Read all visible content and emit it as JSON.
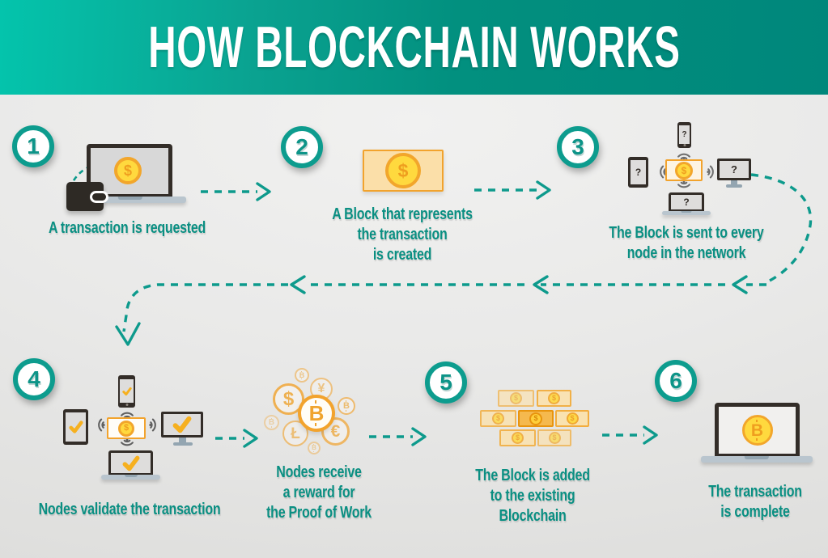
{
  "title": "HOW BLOCKCHAIN WORKS",
  "steps": [
    {
      "number": "1",
      "caption_lines": [
        "A transaction is requested"
      ]
    },
    {
      "number": "2",
      "caption_lines": [
        "A Block that represents",
        "the transaction",
        "is created"
      ]
    },
    {
      "number": "3",
      "caption_lines": [
        "The Block is sent to every",
        "node in the network"
      ]
    },
    {
      "number": "4",
      "caption_lines": [
        "Nodes validate the transaction"
      ]
    },
    {
      "number": "5",
      "caption_lines": [
        "The Block is added",
        "to the existing",
        "Blockchain"
      ]
    },
    {
      "number": "6",
      "caption_lines": [
        "The transaction",
        "is complete"
      ]
    }
  ],
  "reward": {
    "caption_lines": [
      "Nodes receive",
      "a reward for",
      "the Proof of Work"
    ]
  },
  "symbols": {
    "dollar": "$",
    "bitcoin": "B",
    "yen": "¥",
    "euro": "€",
    "litecoin": "Ł",
    "question": "?"
  },
  "colors": {
    "header_gradient_left": "#04c4ac",
    "header_gradient_right": "#00877b",
    "teal_accent": "#0d9488",
    "orange_accent": "#f2a32d",
    "coin_yellow": "#ffd93e",
    "block_fill": "#fbdfa9",
    "device_dark": "#332d28",
    "background_gray": "#e8e8e7",
    "check_yellow": "#f6b01f"
  }
}
